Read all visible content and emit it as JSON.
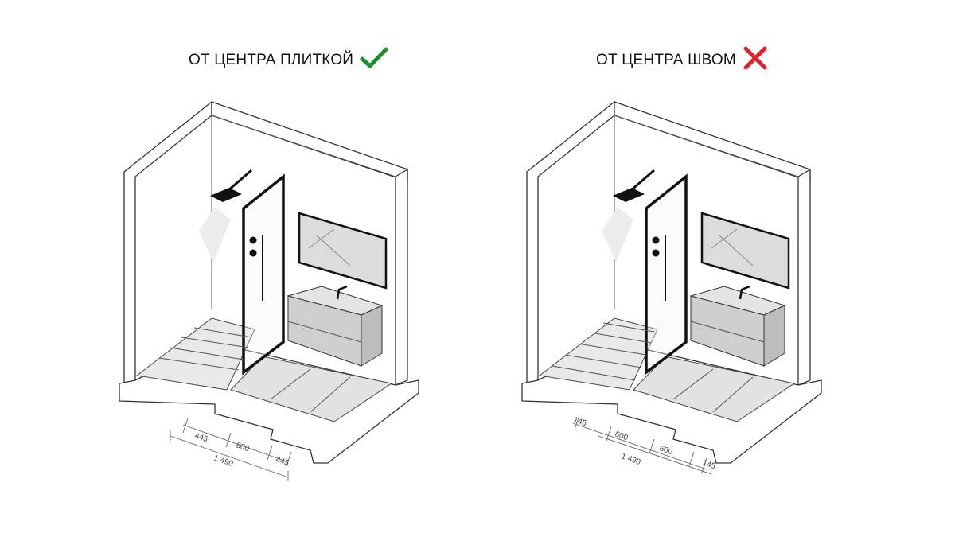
{
  "panels": [
    {
      "title": "ОТ ЦЕНТРА ПЛИТКОЙ",
      "verdict": "check-icon",
      "verdict_color": "#1f8f2c",
      "dimensions": [
        "445",
        "600",
        "445",
        "1 490"
      ]
    },
    {
      "title": "ОТ ЦЕНТРА ШВОМ",
      "verdict": "cross-icon",
      "verdict_color": "#e0202a",
      "dimensions": [
        "145",
        "600",
        "600",
        "145",
        "1 490"
      ]
    }
  ]
}
